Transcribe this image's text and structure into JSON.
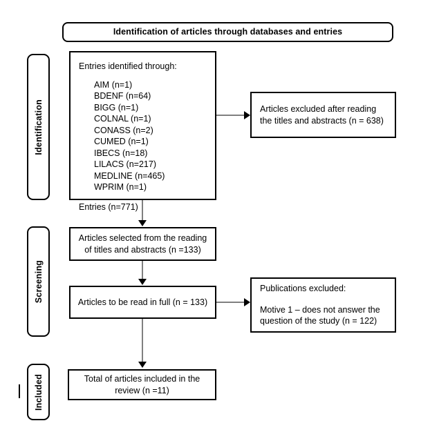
{
  "diagram": {
    "title": "Identification of articles through databases and entries",
    "phases": {
      "identification": "Identification",
      "screening": "Screening",
      "included": "Included"
    },
    "boxes": {
      "entries": {
        "lead": "Entries identified through:",
        "databases": [
          "AIM (n=1)",
          "BDENF (n=64)",
          "BIGG (n=1)",
          "COLNAL (n=1)",
          "CONASS (n=2)",
          "CUMED (n=1)",
          "IBECS (n=18)",
          "LILACS (n=217)",
          "MEDLINE (n=465)",
          "WPRIM (n=1)"
        ],
        "total": "Entries (n=771)"
      },
      "excluded_titles": {
        "line1": "Articles excluded after reading",
        "line2": "the titles and abstracts (n = 638)"
      },
      "selected": {
        "line1": "Articles selected from the reading",
        "line2": "of titles and abstracts (n =133)"
      },
      "full_read": {
        "line1": "Articles to be read in full (n = 133)"
      },
      "excluded_pubs": {
        "head": "Publications excluded:",
        "line1": "Motive 1 – does not answer the",
        "line2": "question of the study (n = 122)"
      },
      "total_included": {
        "line1": "Total of articles included in the",
        "line2": "review (n =11)"
      }
    },
    "colors": {
      "border": "#000000",
      "connector": "#7f7f7f",
      "background": "#ffffff"
    }
  }
}
